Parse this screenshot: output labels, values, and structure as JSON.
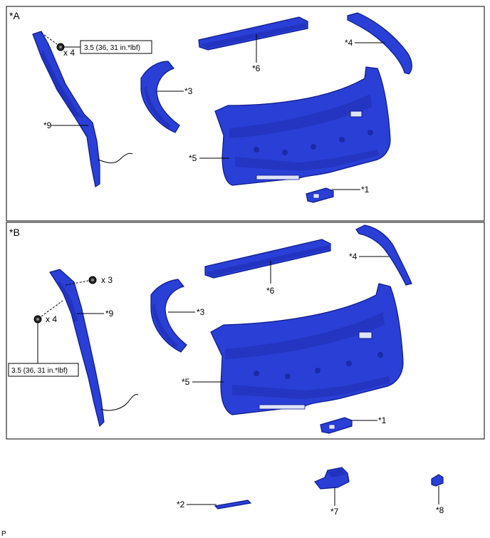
{
  "panels": {
    "a": {
      "tag": "*A",
      "torque": "3.5 (36, 31 in.*lbf)",
      "qty_bolt": "x 4",
      "labels": {
        "p9": "*9",
        "p3": "*3",
        "p6": "*6",
        "p4": "*4",
        "p5": "*5",
        "p1": "*1"
      }
    },
    "b": {
      "tag": "*B",
      "torque": "3.5 (36, 31 in.*lbf)",
      "qty_bolt": "x 4",
      "qty_clip": "x 3",
      "labels": {
        "p9": "*9",
        "p3": "*3",
        "p6": "*6",
        "p4": "*4",
        "p5": "*5",
        "p1": "*1"
      }
    }
  },
  "loose_parts": {
    "p2": "*2",
    "p7": "*7",
    "p8": "*8"
  },
  "footer_tag": "P",
  "colors": {
    "part_fill": "#2a3fd6",
    "part_stroke": "#0d1a8c",
    "frame": "#000000"
  }
}
